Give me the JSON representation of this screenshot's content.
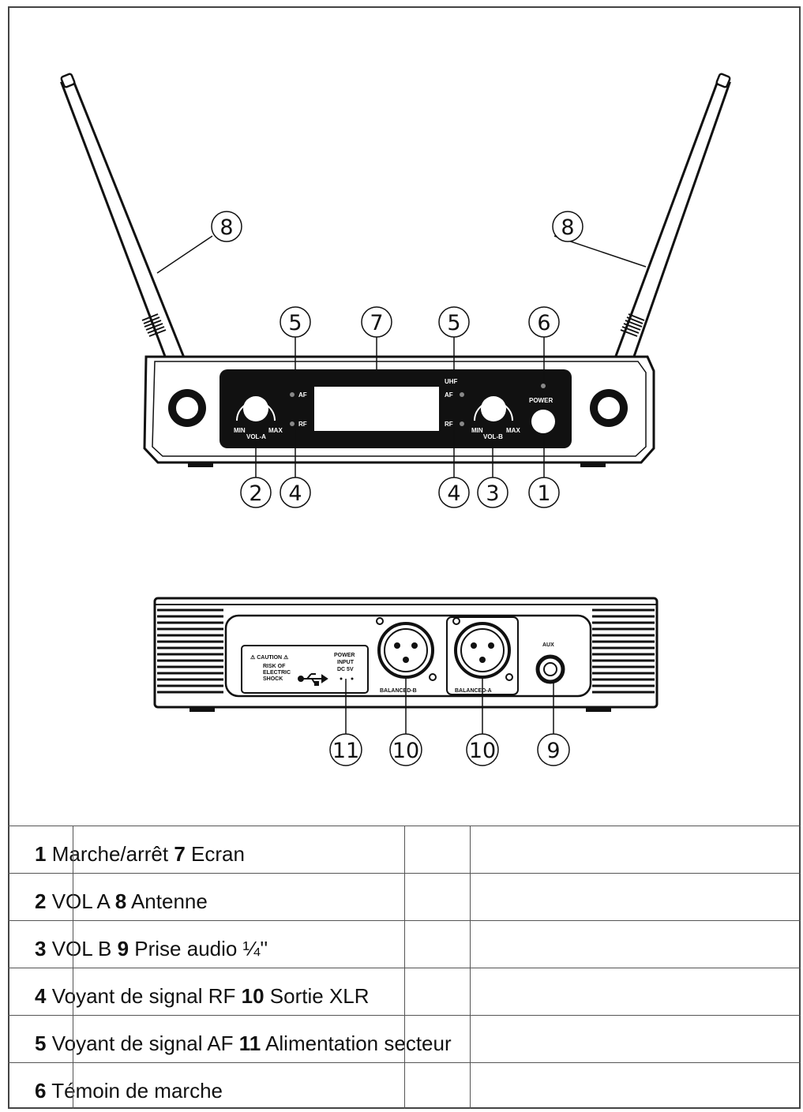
{
  "callouts": {
    "power_button": "1",
    "vol_a": "2",
    "vol_b": "3",
    "rf_led": "4",
    "af_led": "5",
    "power_indicator": "6",
    "screen": "7",
    "antenna": "8",
    "audio_jack": "9",
    "xlr_output": "10",
    "power_input": "11"
  },
  "front_panel": {
    "brand": "UHF",
    "af": "AF",
    "rf": "RF",
    "min": "MIN",
    "max": "MAX",
    "vol_a": "VOL-A",
    "vol_b": "VOL-B",
    "power": "POWER"
  },
  "rear_panel": {
    "caution": "⚠ CAUTION ⚠",
    "risk": [
      "RISK OF",
      "ELECTRIC",
      "SHOCK"
    ],
    "power_input": [
      "POWER",
      "INPUT",
      "DC 5V"
    ],
    "balanced_b": "BALANCED-B",
    "balanced_a": "BALANCED-A",
    "aux": "AUX"
  },
  "legend": [
    {
      "n1": "1",
      "t1": "Marche/arrêt",
      "n2": "7",
      "t2": "Ecran"
    },
    {
      "n1": "2",
      "t1": "VOL A",
      "n2": "8",
      "t2": "Antenne"
    },
    {
      "n1": "3",
      "t1": "VOL B",
      "n2": "9",
      "t2": "Prise audio ¼''"
    },
    {
      "n1": "4",
      "t1": "Voyant de signal RF",
      "n2": "10",
      "t2": "Sortie XLR"
    },
    {
      "n1": "5",
      "t1": "Voyant de signal AF",
      "n2": "11",
      "t2": "Alimentation secteur"
    },
    {
      "n1": "6",
      "t1": "Témoin de marche",
      "n2": "",
      "t2": ""
    }
  ]
}
